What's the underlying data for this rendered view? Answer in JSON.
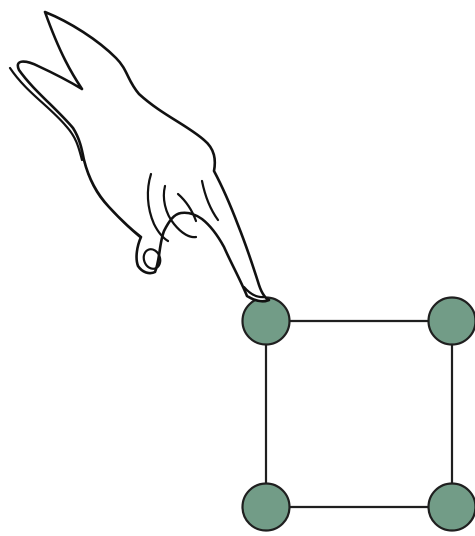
{
  "diagram": {
    "type": "graph",
    "shape": "square",
    "node_count": 4,
    "edge_count": 4,
    "edges": [
      [
        "top-left",
        "top-right"
      ],
      [
        "top-right",
        "bottom-right"
      ],
      [
        "bottom-right",
        "bottom-left"
      ],
      [
        "bottom-left",
        "top-left"
      ]
    ],
    "nodes": [
      "top-left",
      "top-right",
      "bottom-right",
      "bottom-left"
    ],
    "pointed_node": "top-left"
  },
  "colors": {
    "node_fill": "#729c87",
    "stroke": "#1f1f1f",
    "background": "#ffffff"
  },
  "icons": {
    "hand": "pointing-hand-icon"
  }
}
